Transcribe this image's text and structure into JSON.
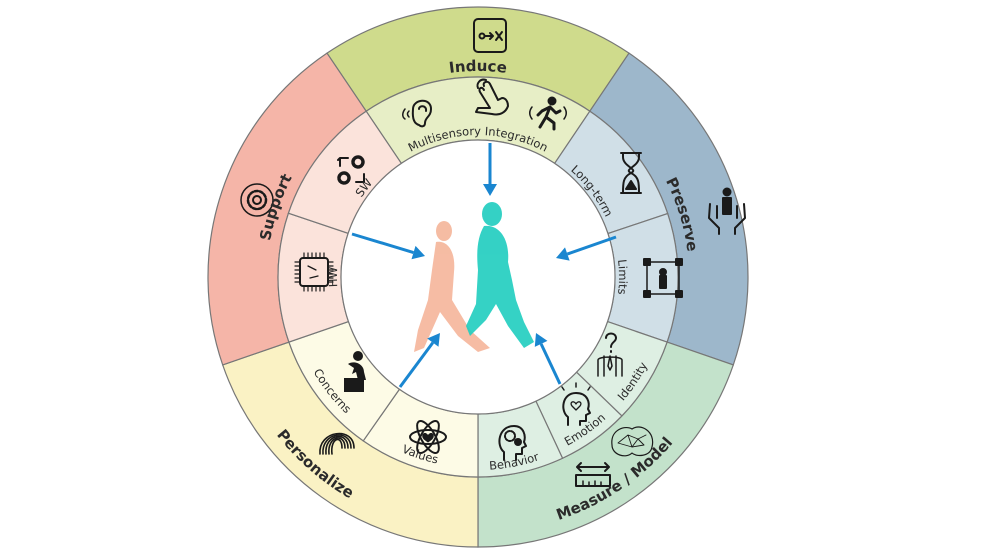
{
  "diagram": {
    "outer_ring": [
      {
        "id": "induce",
        "label": "Induce",
        "color": "#cfdb8c",
        "icons": [
          "hypothesis-box-icon"
        ]
      },
      {
        "id": "preserve",
        "label": "Preserve",
        "color": "#9db7cb",
        "icons": [
          "person-in-hands-icon"
        ]
      },
      {
        "id": "measure",
        "label": "Measure / Model",
        "color": "#c3e2cb",
        "icons": [
          "brain-network-icon",
          "ruler-icon"
        ]
      },
      {
        "id": "personalize",
        "label": "Personalize",
        "color": "#faf2c4",
        "icons": [
          "fingerprint-icon"
        ]
      },
      {
        "id": "support",
        "label": "Support",
        "color": "#f5b5a8",
        "icons": [
          "gear-cycle-icon"
        ]
      }
    ],
    "inner_ring": [
      {
        "id": "multisensory",
        "label": "Multisensory Integration",
        "color": "#e7eec6",
        "icons": [
          "ear-sound-icon",
          "touch-hand-icon",
          "running-person-icon"
        ]
      },
      {
        "id": "long-term",
        "label": "Long-term",
        "color": "#d0dfe7",
        "icons": [
          "hourglass-icon"
        ]
      },
      {
        "id": "limits",
        "label": "Limits",
        "color": "#d0dfe7",
        "icons": [
          "person-bounds-icon"
        ]
      },
      {
        "id": "identity",
        "label": "Identity",
        "color": "#deefe3",
        "icons": [
          "question-person-icon"
        ]
      },
      {
        "id": "emotion",
        "label": "Emotion",
        "color": "#deefe3",
        "icons": [
          "head-heart-icon"
        ]
      },
      {
        "id": "behavior",
        "label": "Behavior",
        "color": "#deefe3",
        "icons": [
          "head-gears-icon"
        ]
      },
      {
        "id": "values",
        "label": "Values",
        "color": "#fdfbe6",
        "icons": [
          "atom-heart-icon"
        ]
      },
      {
        "id": "concerns",
        "label": "Concerns",
        "color": "#fdfbe6",
        "icons": [
          "thinker-icon"
        ]
      },
      {
        "id": "hw",
        "label": "HW",
        "color": "#fbe3db",
        "icons": [
          "chip-icon"
        ]
      },
      {
        "id": "sw",
        "label": "SW",
        "color": "#fbe3db",
        "icons": [
          "gears-sync-icon"
        ]
      }
    ],
    "arrow_color": "#1a86d0",
    "figures": [
      {
        "id": "figure-salmon",
        "color": "#f5b59a"
      },
      {
        "id": "figure-teal",
        "color": "#1fcdbf"
      }
    ]
  }
}
